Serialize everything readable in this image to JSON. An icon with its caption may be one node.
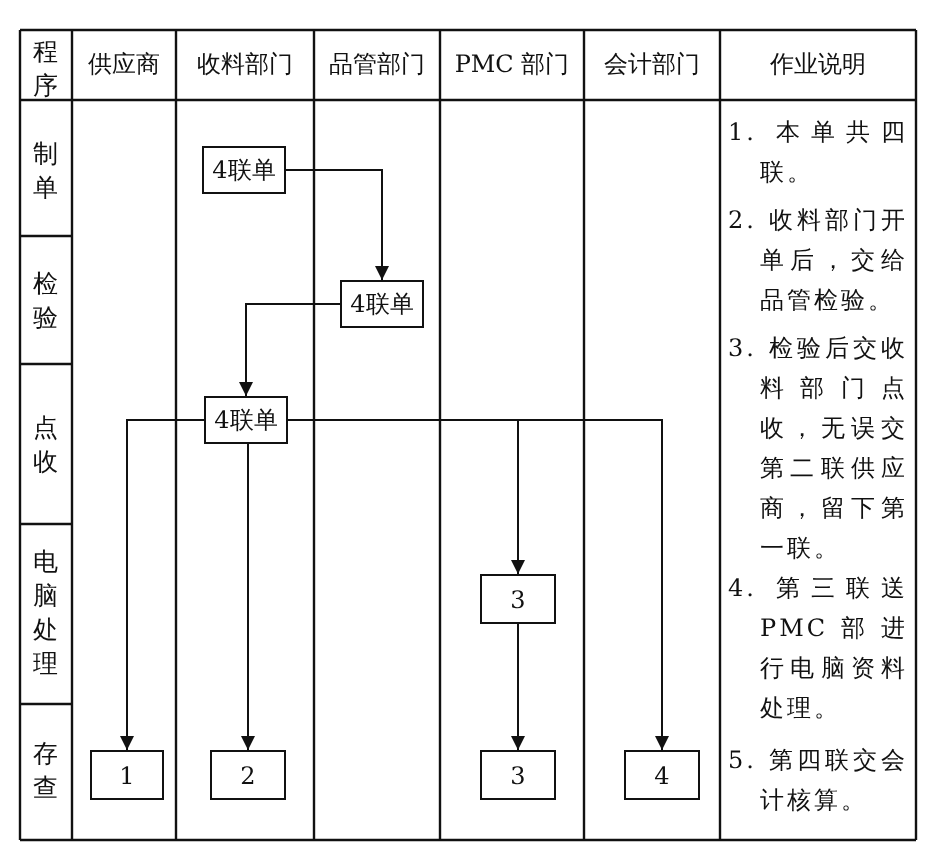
{
  "diagram": {
    "nodes": [
      {
        "text": [
          "4联单"
        ]
      },
      {
        "text": [
          "4联单"
        ]
      },
      {
        "text": [
          "4联单"
        ]
      },
      {
        "text": [
          "3"
        ]
      },
      {
        "text": [
          "1"
        ]
      },
      {
        "text": [
          "2"
        ]
      },
      {
        "text": [
          "3"
        ]
      },
      {
        "text": [
          "4"
        ]
      }
    ],
    "edges": [
      {
        "from": 0,
        "to": 1,
        "arrow": "to"
      },
      {
        "from": 1,
        "to": 2,
        "arrow": "to"
      },
      {
        "from": 2,
        "to": 4,
        "arrow": "to"
      },
      {
        "from": 2,
        "to": 5,
        "arrow": "to"
      },
      {
        "from": 2,
        "to": 3,
        "arrow": "to"
      },
      {
        "from": 2,
        "to": 7,
        "arrow": "to"
      },
      {
        "from": 3,
        "to": 6,
        "arrow": "to"
      }
    ],
    "labels": [
      "程序",
      "供应商",
      "收料部门",
      "品管部门",
      "PMC 部门",
      "会计部门",
      "作业说明",
      "制单",
      "检验",
      "点收",
      "电脑处理",
      "存查",
      "1. 本单共四联。",
      "2. 收料部门开单后，交给品管检验。",
      "3. 检验后交收料部门点收，无误交第二联供应商，留下第一联。",
      "4. 第三联送PMC部进行电脑资料处理。",
      "5. 第四联交会计核算。"
    ]
  }
}
